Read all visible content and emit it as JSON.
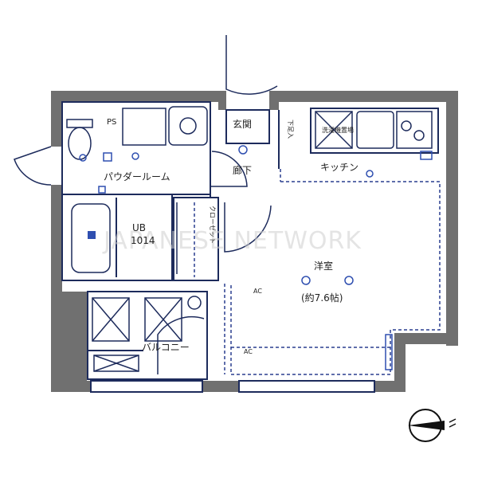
{
  "rooms": {
    "powder_room": "パウダールーム",
    "ps": "PS",
    "entrance": "玄関",
    "hallway": "廊下",
    "kitchen": "キッチン",
    "unit_bath": "UB",
    "unit_bath_size": "1014",
    "closet": "クローゼット",
    "western_room": "洋室",
    "western_room_size": "(約7.6帖)",
    "balcony": "バルコニー",
    "shoe_box": "下足入",
    "washer_space": "洗濯機置場",
    "ac": "AC"
  },
  "watermark": "JAPANESE NETWORK",
  "icons": {
    "compass": "north-arrow-icon",
    "washer": "washer-cross-icon",
    "outlet": "outlet-icon",
    "light": "ceiling-light-icon"
  },
  "colors": {
    "wall": "#707070",
    "fixture_line": "#1d2b5c",
    "dashed": "#2a3e8f",
    "accent": "#2f4fb0"
  }
}
